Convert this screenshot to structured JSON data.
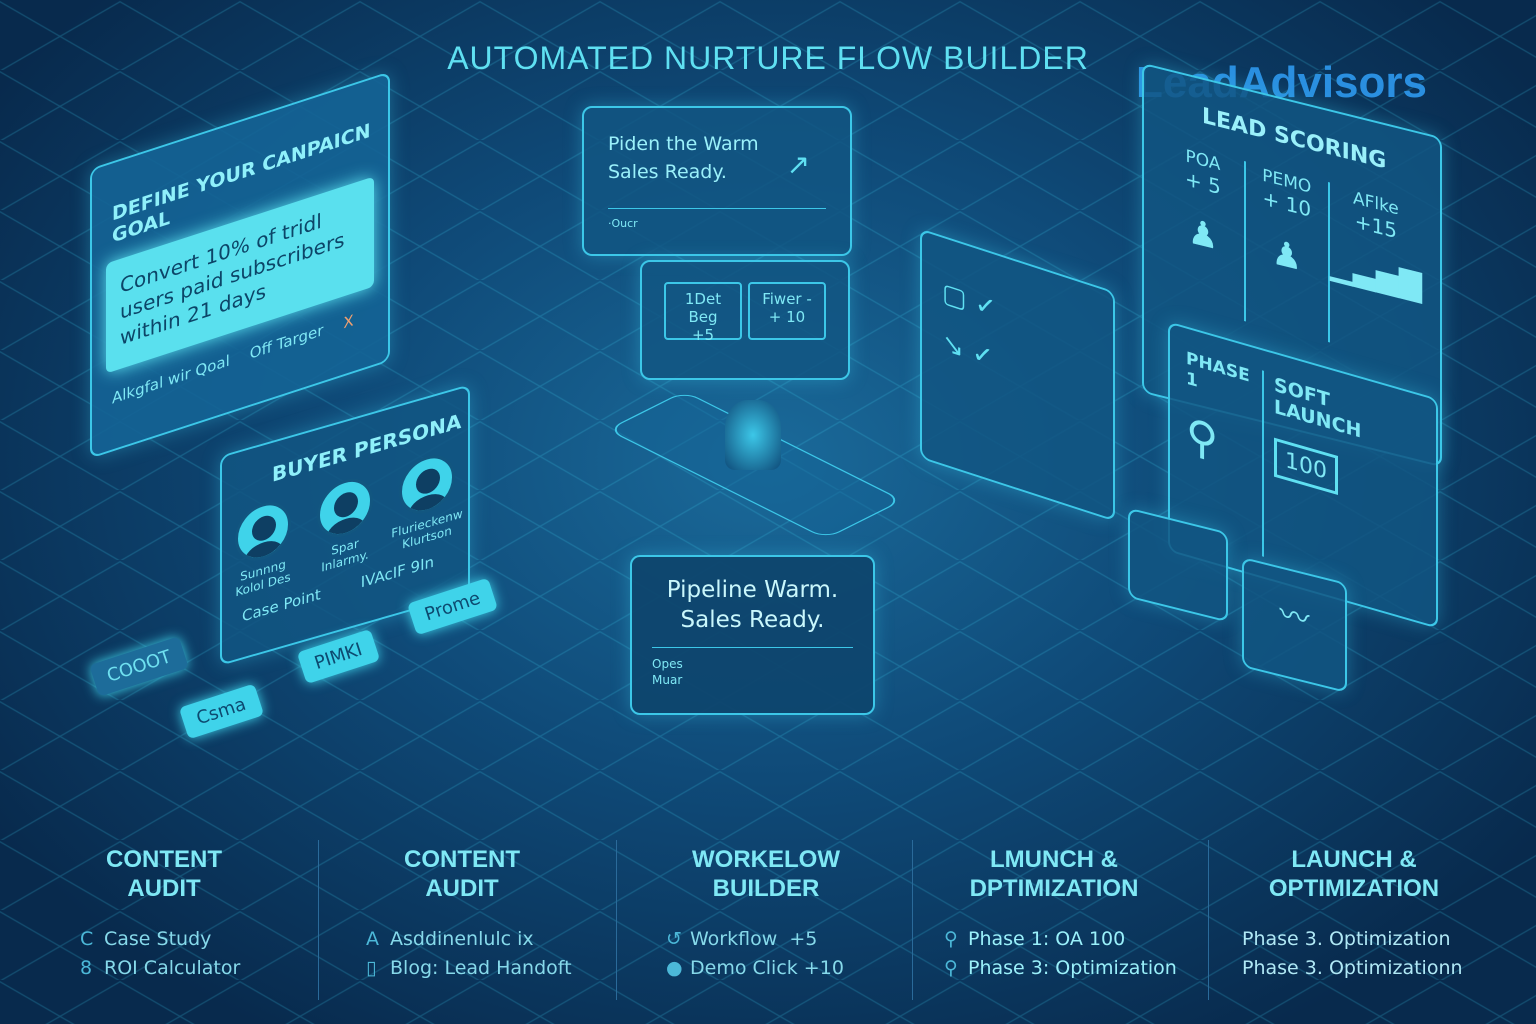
{
  "header": {
    "title": "AUTOMATED NURTURE FLOW BUILDER",
    "logo": "LeadAdvisors"
  },
  "goal_panel": {
    "heading": "DEFINE YOUR CANPAICN GOAL",
    "goal_text": "Convert 10% of tridl users paid subscribers within 21 days",
    "left_label": "Alkgfal wir Qoal",
    "right_label": "Off Targer",
    "close": "X"
  },
  "persona_panel": {
    "heading": "BUYER PERSONA",
    "personas": [
      {
        "name": "Sunnng Kolol Des"
      },
      {
        "name": "Spar Inlarmy."
      },
      {
        "name": "Flurieckenw Klurtson"
      }
    ],
    "case_point": "Case Point",
    "extra": "IVAcIF 9In",
    "chips": [
      "COOOT",
      "PIMKI",
      "Prome",
      "Csma"
    ]
  },
  "center_top": {
    "headline": "Piden the Warm Sales Ready.",
    "footer": "·Oucr",
    "cells": [
      {
        "label": "1Det Beg",
        "value": "+5"
      },
      {
        "label": "Fiwer -",
        "value": "+ 10"
      }
    ]
  },
  "center_main": {
    "headline_1": "Pipeline Warm.",
    "headline_2": "Sales Ready.",
    "label_1": "Opes",
    "label_2": "Muar"
  },
  "lead_scoring": {
    "heading": "LEAD SCORING",
    "items": [
      {
        "label": "POA",
        "value": "+ 5"
      },
      {
        "label": "PEMO",
        "value": "+ 10"
      },
      {
        "label": "AFlke",
        "value": "+15"
      }
    ]
  },
  "phase_panel": {
    "phase": "PHASE 1",
    "launch": "SOFT LAUNCH",
    "score": "100"
  },
  "bottom": [
    {
      "title_1": "CONTENT",
      "title_2": "AUDIT",
      "items": [
        {
          "icon": "C",
          "text": "Case Study"
        },
        {
          "icon": "8",
          "text": "ROI Calculator"
        }
      ]
    },
    {
      "title_1": "CONTENT",
      "title_2": "AUDIT",
      "items": [
        {
          "icon": "A",
          "text": "Asddinenlulc ix"
        },
        {
          "icon": "▯",
          "text": "Blog: Lead Handoft"
        }
      ]
    },
    {
      "title_1": "WORKELOW",
      "title_2": "BUILDER",
      "items": [
        {
          "icon": "↺",
          "text": "Workflow  +5"
        },
        {
          "icon": "●",
          "text": "Demo Click +10"
        }
      ]
    },
    {
      "title_1": "LMUNCH &",
      "title_2": "DPTIMIZATION",
      "items": [
        {
          "icon": "⚲",
          "text": "Phase 1: OA 100"
        },
        {
          "icon": "⚲",
          "text": "Phase 3: Optimization"
        }
      ]
    },
    {
      "title_1": "LAUNCH &",
      "title_2": "OPTIMIZATION",
      "items": [
        {
          "icon": "",
          "text": "Phase 3. Optimization"
        },
        {
          "icon": "",
          "text": "Phase 3. Optimizationn"
        }
      ]
    }
  ]
}
